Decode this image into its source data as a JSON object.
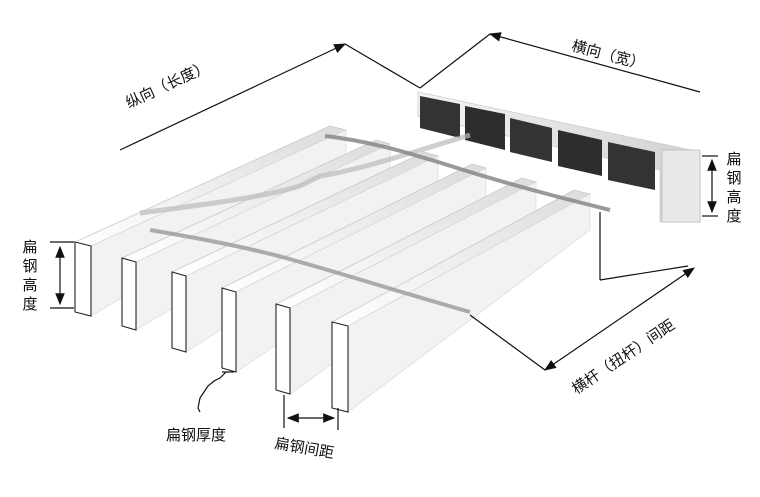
{
  "labels": {
    "longitudinal_length": "纵向（长度）",
    "transverse_width": "横向（宽）",
    "flat_steel_height_right": "扁钢高度",
    "flat_steel_height_left": "扁钢高度",
    "crossbar_spacing": "横杆（扭杆）间距",
    "flat_steel_thickness": "扁钢厚度",
    "flat_steel_spacing": "扁钢间距"
  },
  "colors": {
    "line": "#111111",
    "bar_face": "#ffffff",
    "bar_top": "#e6e6e6",
    "shadow": "#2b2b2b",
    "inner": "#9a9a9a"
  }
}
